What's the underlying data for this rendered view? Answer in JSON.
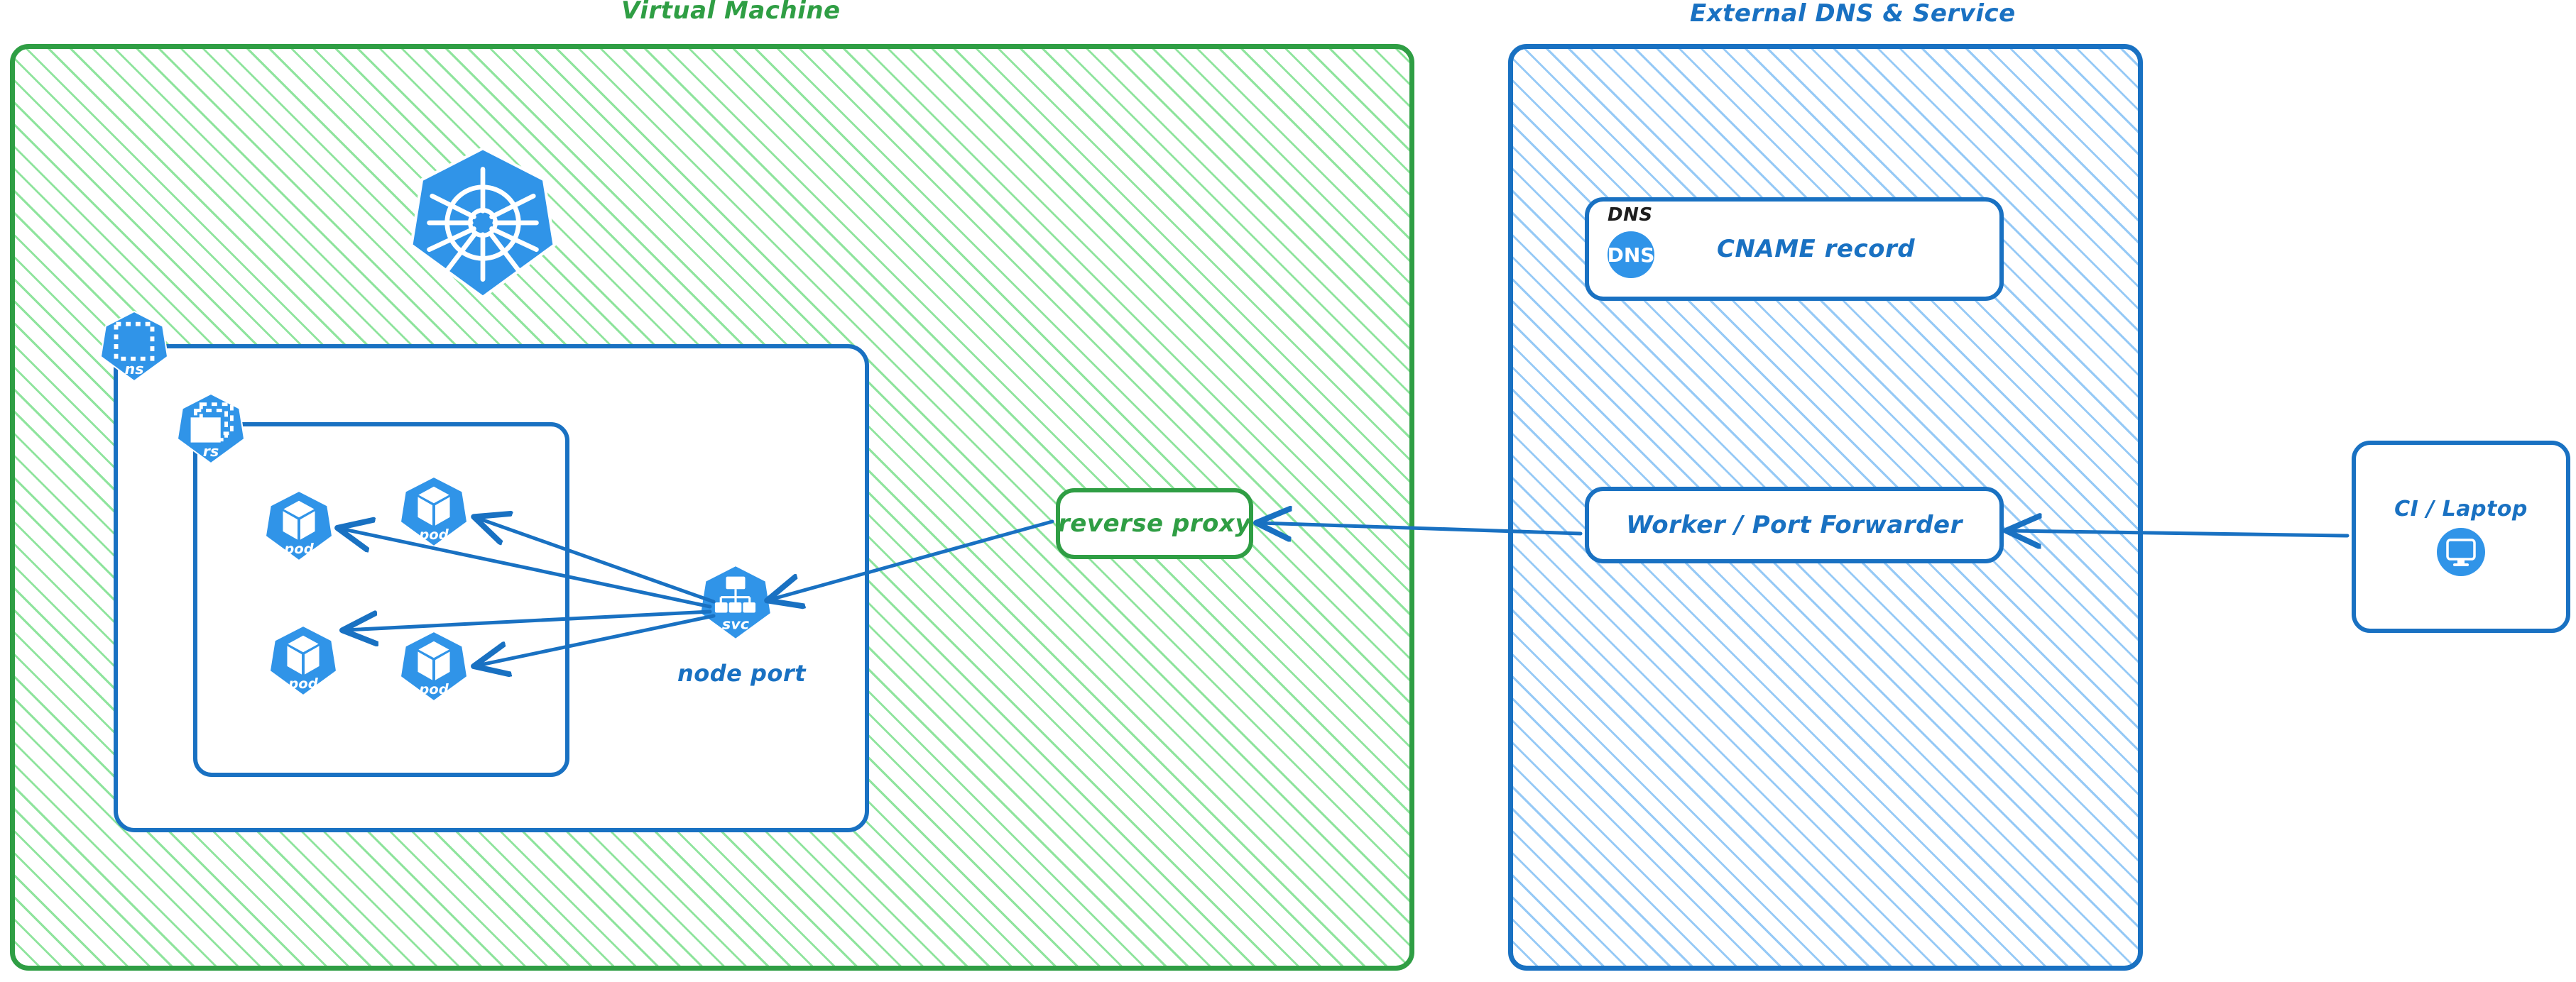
{
  "diagram": {
    "title": "Kubernetes node port exposure via reverse proxy and external DNS",
    "background": "#ffffff",
    "colors": {
      "green_stroke": "#2f9e44",
      "green_hatch": "#69db7c",
      "blue_stroke": "#1971c2",
      "blue_hatch": "#84c0f5",
      "k8s_blue": "#3majority",
      "icon_blue": "#2f86e0",
      "text_black": "#1e1e1e"
    }
  },
  "groups": [
    {
      "name": "virtual-machine",
      "title": "Virtual Machine",
      "color": "#2f9e44"
    },
    {
      "name": "external-dns-service",
      "title": "External DNS & Service",
      "color": "#1971c2"
    }
  ],
  "vm": {
    "namespace_badge": {
      "label": "ns",
      "icon": "namespace-icon"
    },
    "replicaset_badge": {
      "label": "rs",
      "icon": "replicaset-icon"
    },
    "kubernetes_logo": {
      "label": "kubernetes-logo"
    },
    "pods": [
      {
        "label": "pod"
      },
      {
        "label": "pod"
      },
      {
        "label": "pod"
      },
      {
        "label": "pod"
      }
    ],
    "service": {
      "badge_label": "svc",
      "caption": "node port"
    },
    "reverse_proxy": {
      "label": "reverse proxy"
    }
  },
  "external": {
    "dns_card": {
      "corner_label": "DNS",
      "badge_text": "DNS",
      "title": "CNAME record"
    },
    "worker": {
      "label": "Worker / Port Forwarder"
    }
  },
  "client": {
    "label": "CI / Laptop",
    "icon": "desktop-monitor-icon"
  },
  "connections": [
    {
      "from": "CI / Laptop",
      "to": "Worker / Port Forwarder"
    },
    {
      "from": "Worker / Port Forwarder",
      "to": "reverse proxy"
    },
    {
      "from": "reverse proxy",
      "to": "node port"
    },
    {
      "from": "node port",
      "to": "pod 1"
    },
    {
      "from": "node port",
      "to": "pod 2"
    },
    {
      "from": "node port",
      "to": "pod 3"
    },
    {
      "from": "node port",
      "to": "pod 4"
    }
  ]
}
